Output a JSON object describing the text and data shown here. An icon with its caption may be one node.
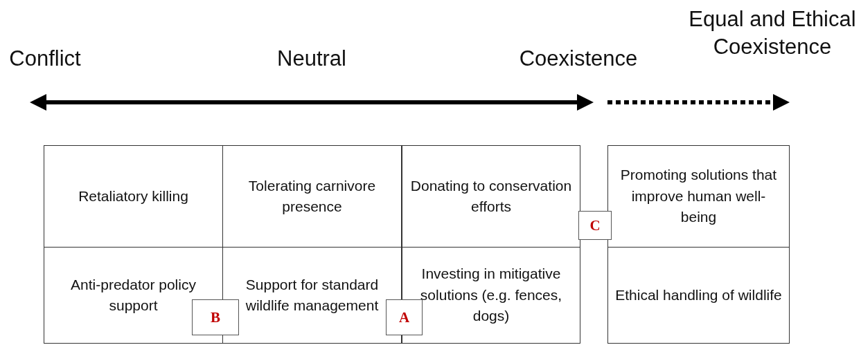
{
  "diagram": {
    "nodes": [
      {
        "text": [
          "Retaliatory killing"
        ]
      },
      {
        "text": [
          "Tolerating carnivore presence"
        ]
      },
      {
        "text": [
          "Donating to conservation efforts"
        ]
      },
      {
        "text": [
          "Promoting solutions that improve human well-being"
        ]
      },
      {
        "text": [
          "C"
        ]
      },
      {
        "text": [
          "Anti-predator policy support"
        ]
      },
      {
        "text": [
          "Support for standard wildlife management"
        ]
      },
      {
        "text": [
          "Investing in mitigative solutions (e.g. fences, dogs)"
        ]
      },
      {
        "text": [
          "Ethical handling of wildlife"
        ]
      },
      {
        "text": [
          "B"
        ]
      },
      {
        "text": [
          "A"
        ]
      }
    ],
    "edges": [],
    "labels": [
      "Equal and Ethical Coexistence",
      "Conflict",
      "Neutral",
      "Coexistence"
    ]
  }
}
